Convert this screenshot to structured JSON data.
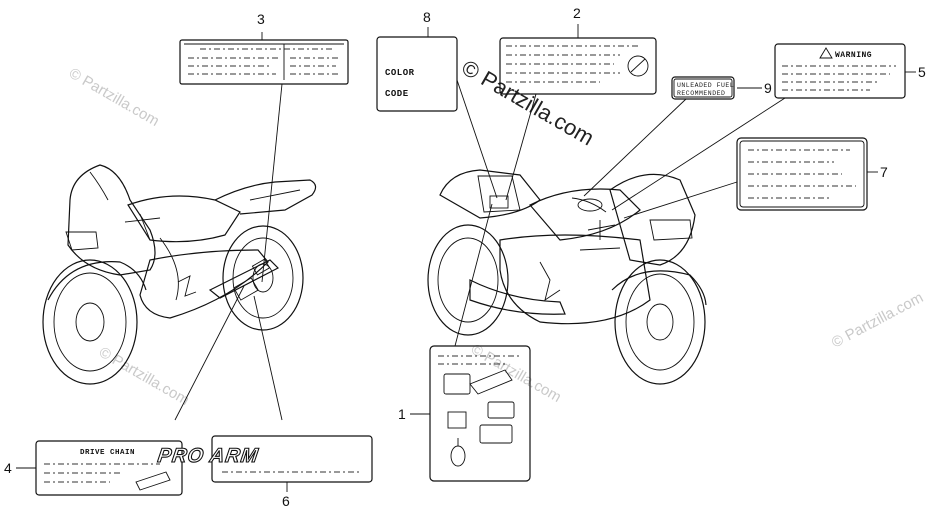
{
  "watermarks": {
    "text": "© Partzilla.com",
    "main_text": "© Partzilla.com"
  },
  "callouts": {
    "c1": "1",
    "c2": "2",
    "c3": "3",
    "c4": "4",
    "c5": "5",
    "c6": "6",
    "c7": "7",
    "c8": "8",
    "c9": "9"
  },
  "labels": {
    "color_code": {
      "line1": "COLOR",
      "line2": "CODE"
    },
    "warning": "WARNING",
    "unleaded": {
      "line1": "UNLEADED FUEL",
      "line2": "RECOMMENDED"
    },
    "drive_chain": "DRIVE CHAIN",
    "pro_arm": "PRO ARM"
  },
  "colors": {
    "line": "#111111",
    "watermark": "#c9c9c9",
    "background": "#ffffff"
  }
}
